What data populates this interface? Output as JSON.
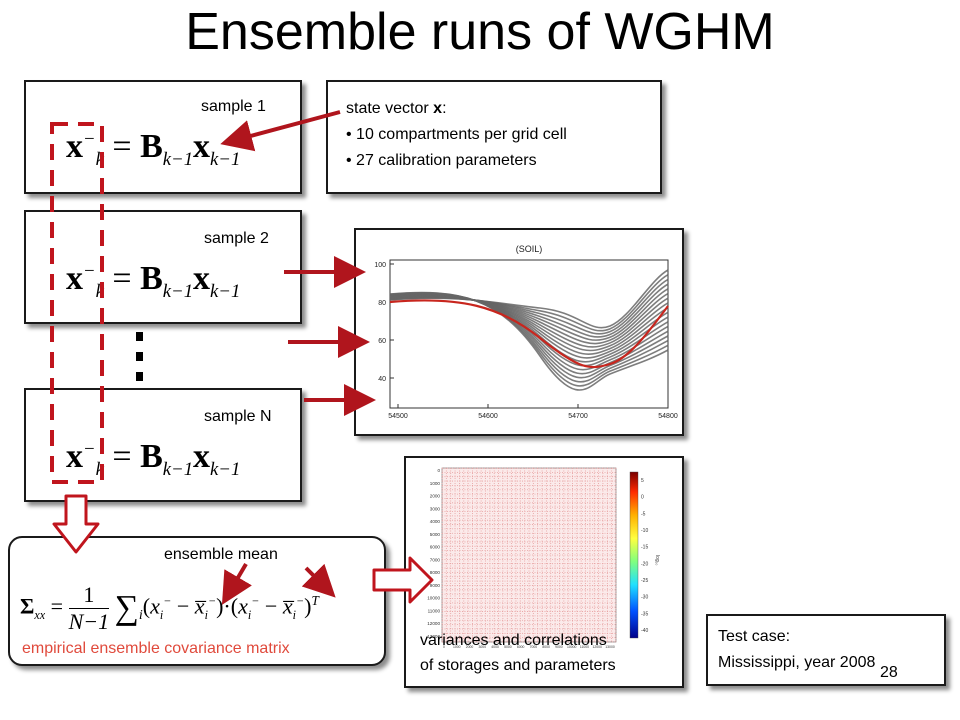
{
  "title": "Ensemble runs of WGHM",
  "samples": [
    {
      "label": "sample 1"
    },
    {
      "label": "sample 2"
    },
    {
      "label": "sample N"
    }
  ],
  "state_box": {
    "heading_prefix": "state vector ",
    "heading_var": "x",
    "heading_suffix": ":",
    "bullets": [
      "10 compartments per grid cell",
      "27 calibration parameters"
    ]
  },
  "soil_chart": {
    "title": "(SOIL)",
    "x_ticks": [
      "54500",
      "54600",
      "54700",
      "54800"
    ],
    "y_ticks": [
      "100",
      "80",
      "60",
      "40"
    ]
  },
  "heatmap": {
    "y_ticks": [
      "0",
      "1000",
      "2000",
      "3000",
      "4000",
      "5000",
      "6000",
      "7000",
      "8000",
      "9000",
      "10000",
      "11000",
      "12000",
      "13000"
    ],
    "x_ticks": [
      "0",
      "1000",
      "2000",
      "3000",
      "4000",
      "5000",
      "6000",
      "7000",
      "8000",
      "9000",
      "10000",
      "11000",
      "12000",
      "13000"
    ],
    "colorbar_ticks": [
      "5",
      "0",
      "-5",
      "-10",
      "-15",
      "-20",
      "-25",
      "-30",
      "-35",
      "-40"
    ],
    "colorbar_label": "log₁₀",
    "caption_line1": "variances and correlations",
    "caption_line2": "of storages and parameters"
  },
  "covariance": {
    "mean_label": "ensemble mean",
    "caption": "empirical ensemble covariance matrix"
  },
  "test_case": {
    "line1": "Test case:",
    "line2": "Mississippi, year 2008"
  },
  "page_number": "28",
  "colors": {
    "arrow_red": "#b0151d",
    "dash_red": "#c0151d",
    "highlight_line": "#c8261e",
    "caption_red": "#e04a3c"
  }
}
